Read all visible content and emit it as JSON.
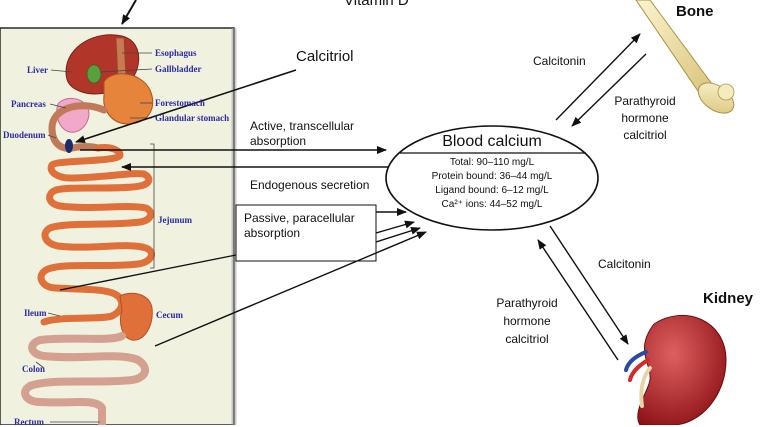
{
  "top_label": "Vitamin D",
  "calcitriol_label": "Calcitriol",
  "organs": {
    "esophagus": "Esophagus",
    "liver": "Liver",
    "gallbladder": "Gallbladder",
    "pancreas": "Pancreas",
    "forestomach": "Forestomach",
    "glandular_stomach": "Glandular stomach",
    "duodenum": "Duodenum",
    "jejunum": "Jejunum",
    "ileum": "Ileum",
    "cecum": "Cecum",
    "colon": "Colon",
    "rectum": "Rectum"
  },
  "absorption": {
    "active_line1": "Active, transcellular",
    "active_line2": "absorption",
    "endogenous": "Endogenous secretion",
    "passive_line1": "Passive, paracellular",
    "passive_line2": "absorption"
  },
  "blood_calcium": {
    "title": "Blood calcium",
    "total": "Total:  90–110 mg/L",
    "protein_bound": "Protein bound:  36–44 mg/L",
    "ligand_bound": "Ligand bound:  6–12 mg/L",
    "ions": "Ca²⁺ ions:  44–52 mg/L"
  },
  "bone": {
    "label": "Bone",
    "calcitonin": "Calcitonin",
    "pth_line1": "Parathyroid",
    "pth_line2": "hormone",
    "pth_line3": "calcitriol"
  },
  "kidney": {
    "label": "Kidney",
    "calcitonin": "Calcitonin",
    "pth_line1": "Parathyroid",
    "pth_line2": "hormone",
    "pth_line3": "calcitriol"
  },
  "colors": {
    "panel_bg": "#f1f1df",
    "panel_border": "#2a2a2a",
    "intestine": "#e0703a",
    "intestine_dark": "#b84e22",
    "colon": "#d4a090",
    "organ_label": "#2a2aa8",
    "liver": "#b2352a",
    "stomach": "#e7843c",
    "pancreas": "#f2a8c8",
    "bone": "#f0e2a8",
    "kidney": "#b01f22"
  }
}
